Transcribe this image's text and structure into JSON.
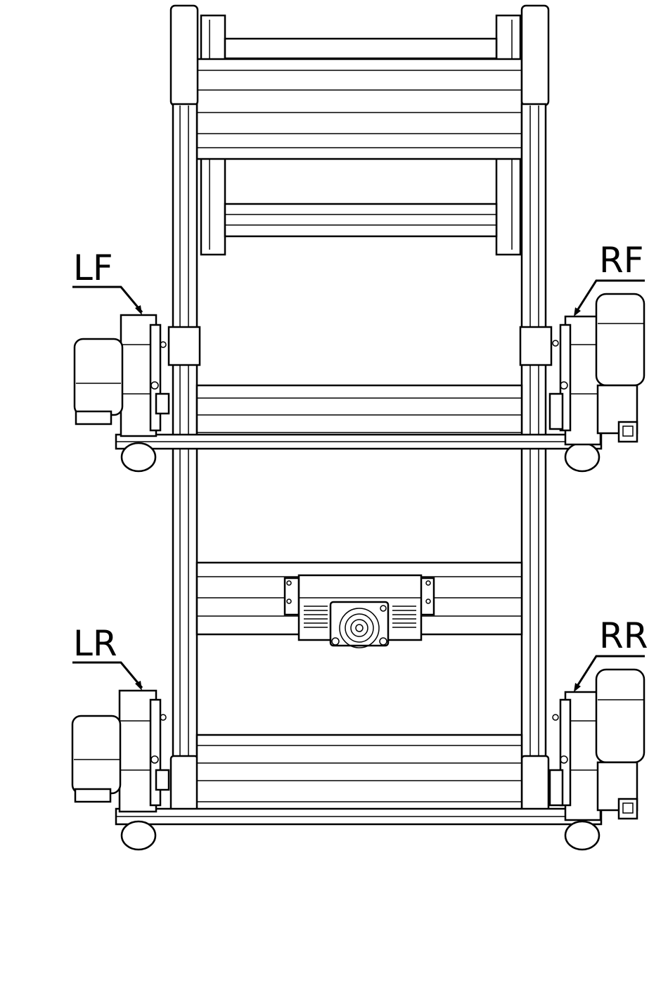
{
  "labels": {
    "lf": "LF",
    "rf": "RF",
    "lr": "LR",
    "rr": "RR"
  },
  "colors": {
    "line": "#000000",
    "background": "#ffffff"
  }
}
